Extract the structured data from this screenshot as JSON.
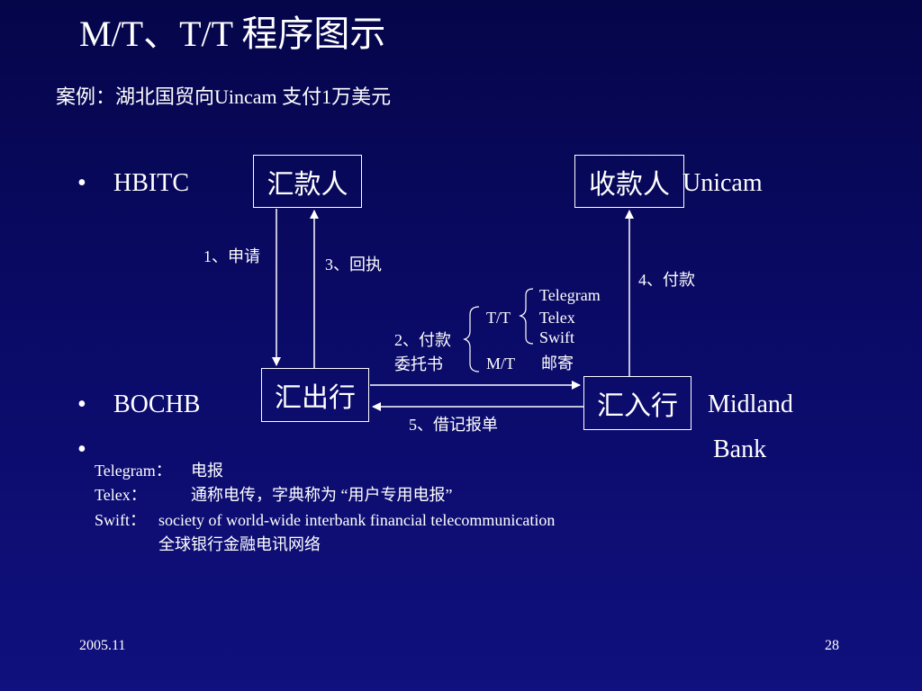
{
  "title": "M/T、T/T 程序图示",
  "subtitle": "案例：湖北国贸向Uincam 支付1万美元",
  "bullets": {
    "bullet_char": "•",
    "remitter_org": "HBITC",
    "remitting_bank_org": "BOCHB",
    "paying_bank_name_1": "Midland",
    "paying_bank_name_2": "Bank",
    "payee_name": "Unicam"
  },
  "boxes": {
    "remitter": "汇款人",
    "payee": "收款人",
    "remitting_bank": "汇出行",
    "paying_bank": "汇入行"
  },
  "steps": {
    "step1": "1、申请",
    "step2_line1": "2、付款",
    "step2_line2": "委托书",
    "step3": "3、回执",
    "step4": "4、付款",
    "step5": "5、借记报单"
  },
  "methods": {
    "tt": "T/T",
    "mt": "M/T",
    "telegram": "Telegram",
    "telex": "Telex",
    "swift": "Swift",
    "mail": "邮寄"
  },
  "notes": {
    "telegram_label": "Telegram：",
    "telegram_text": "电报",
    "telex_label": "Telex：",
    "telex_text": "通称电传，字典称为 “用户专用电报”",
    "swift_label": "Swift：",
    "swift_text": "society of world-wide interbank financial telecommunication",
    "swift_text_cn": "全球银行金融电讯网络"
  },
  "footer": {
    "date": "2005.11",
    "page": "28"
  }
}
